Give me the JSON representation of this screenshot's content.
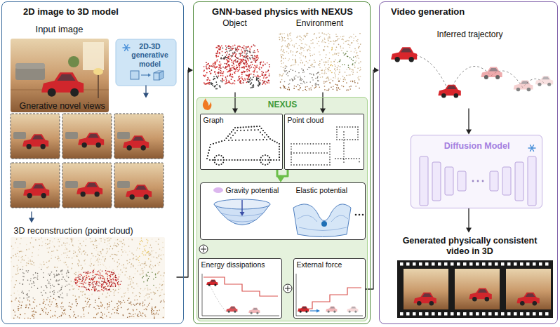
{
  "diagram": {
    "nodes": [
      {
        "text": [
          "2D image to 3D model"
        ]
      },
      {
        "text": [
          "Input image"
        ],
        "in": 0
      },
      {
        "text": [
          "2D-3D generative model"
        ],
        "in": 0
      },
      {
        "text": [
          "Gnerative novel views"
        ],
        "in": 0
      },
      {
        "text": [
          "3D reconstruction (point cloud)"
        ],
        "in": 0
      },
      {
        "text": [
          "GNN-based physics with NEXUS"
        ]
      },
      {
        "text": [
          "Object"
        ],
        "in": 5
      },
      {
        "text": [
          "Environment"
        ],
        "in": 5
      },
      {
        "text": [
          "NEXUS"
        ],
        "in": 5
      },
      {
        "text": [
          "Graph"
        ],
        "in": 8
      },
      {
        "text": [
          "Point cloud"
        ],
        "in": 8
      },
      {
        "text": [
          "Gravity potential",
          "Elastic potential"
        ],
        "in": 8
      },
      {
        "text": [
          "Energy dissipations"
        ],
        "in": 8
      },
      {
        "text": [
          "External force"
        ],
        "in": 8
      },
      {
        "text": [
          "Video generation"
        ]
      },
      {
        "text": [
          "Inferred trajectory"
        ],
        "in": 14
      },
      {
        "text": [
          "Diffusion Model"
        ],
        "in": 14
      },
      {
        "text": [
          "Generated physically consistent video in 3D"
        ],
        "in": 14
      }
    ],
    "edges": [
      {
        "from": 2,
        "to": 3,
        "arrow": "to"
      },
      {
        "from": 3,
        "to": 4,
        "arrow": "to"
      },
      {
        "from": 4,
        "to": 5,
        "arrow": "to"
      },
      {
        "from": 6,
        "to": 9,
        "arrow": "to"
      },
      {
        "from": 7,
        "to": 10,
        "arrow": "to"
      },
      {
        "from": 9,
        "to": 11,
        "arrow": "to"
      },
      {
        "from": 10,
        "to": 11,
        "arrow": "to"
      },
      {
        "from": 13,
        "to": 14,
        "arrow": "to"
      },
      {
        "from": 15,
        "to": 16,
        "arrow": "to"
      },
      {
        "from": 16,
        "to": 17,
        "arrow": "to"
      }
    ]
  }
}
